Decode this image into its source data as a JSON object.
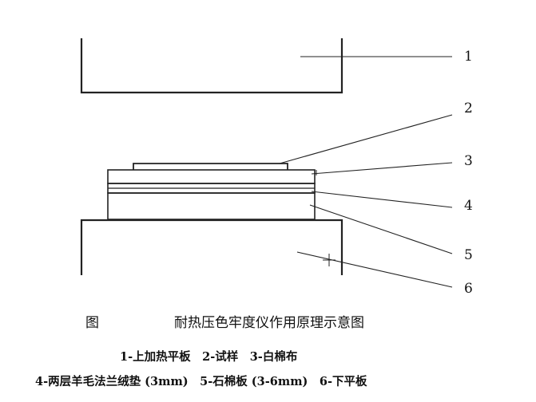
{
  "figure": {
    "caption_label": "图",
    "caption_title": "耐热压色牢度仪作用原理示意图"
  },
  "parts": [
    {
      "number": "1",
      "name": "上加热平板"
    },
    {
      "number": "2",
      "name": "试样"
    },
    {
      "number": "3",
      "name": "白棉布"
    },
    {
      "number": "4",
      "name": "两层羊毛法兰绒垫 (3mm)"
    },
    {
      "number": "5",
      "name": "石棉板 (3-6mm)"
    },
    {
      "number": "6",
      "name": "下平板"
    }
  ],
  "legend": {
    "line1": "1-上加热平板　2-试样　3-白棉布",
    "line2": "4-两层羊毛法兰绒垫 (3mm)　5-石棉板 (3-6mm)　6-下平板"
  }
}
